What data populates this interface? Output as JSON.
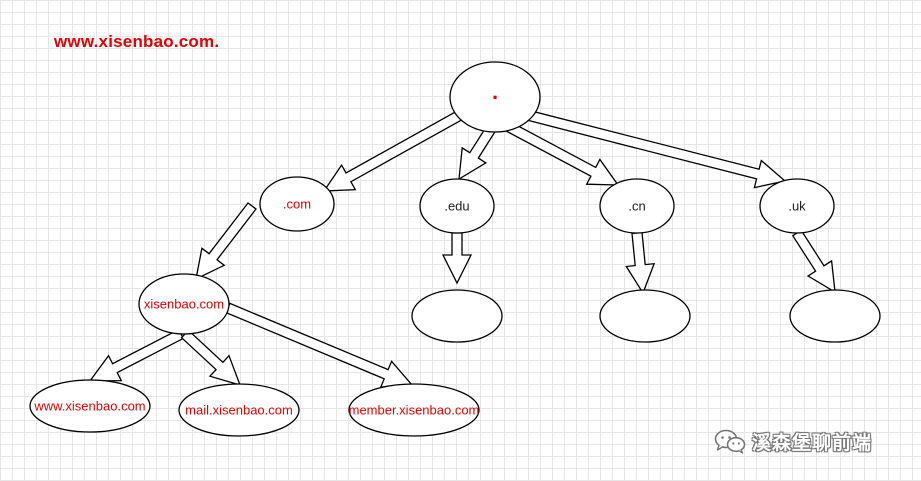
{
  "heading": {
    "text": "www.xisenbao.com.",
    "color": "#e60000"
  },
  "colors": {
    "stroke": "#000000",
    "fill": "#ffffff",
    "highlight_text": "#e60000",
    "normal_text": "#222222"
  },
  "nodes": [
    {
      "id": "root",
      "label": ".",
      "highlight": true,
      "dot": true
    },
    {
      "id": "com",
      "label": ".com",
      "highlight": true
    },
    {
      "id": "edu",
      "label": ".edu",
      "highlight": false
    },
    {
      "id": "cn",
      "label": ".cn",
      "highlight": false
    },
    {
      "id": "uk",
      "label": ".uk",
      "highlight": false
    },
    {
      "id": "xisenbao",
      "label": "xisenbao.com",
      "highlight": true
    },
    {
      "id": "edu_child",
      "label": "",
      "highlight": false
    },
    {
      "id": "cn_child",
      "label": "",
      "highlight": false
    },
    {
      "id": "uk_child",
      "label": "",
      "highlight": false
    },
    {
      "id": "www",
      "label": "www.xisenbao.com",
      "highlight": true
    },
    {
      "id": "mail",
      "label": "mail.xisenbao.com",
      "highlight": true
    },
    {
      "id": "member",
      "label": "member.xisenbao.com",
      "highlight": true
    }
  ],
  "edges": [
    {
      "from": "root",
      "to": "com"
    },
    {
      "from": "root",
      "to": "edu"
    },
    {
      "from": "root",
      "to": "cn"
    },
    {
      "from": "root",
      "to": "uk"
    },
    {
      "from": "com",
      "to": "xisenbao"
    },
    {
      "from": "edu",
      "to": "edu_child"
    },
    {
      "from": "cn",
      "to": "cn_child"
    },
    {
      "from": "uk",
      "to": "uk_child"
    },
    {
      "from": "xisenbao",
      "to": "www"
    },
    {
      "from": "xisenbao",
      "to": "mail"
    },
    {
      "from": "xisenbao",
      "to": "member"
    }
  ],
  "watermark": {
    "icon": "wechat-icon",
    "text": "溪森堡聊前端"
  }
}
